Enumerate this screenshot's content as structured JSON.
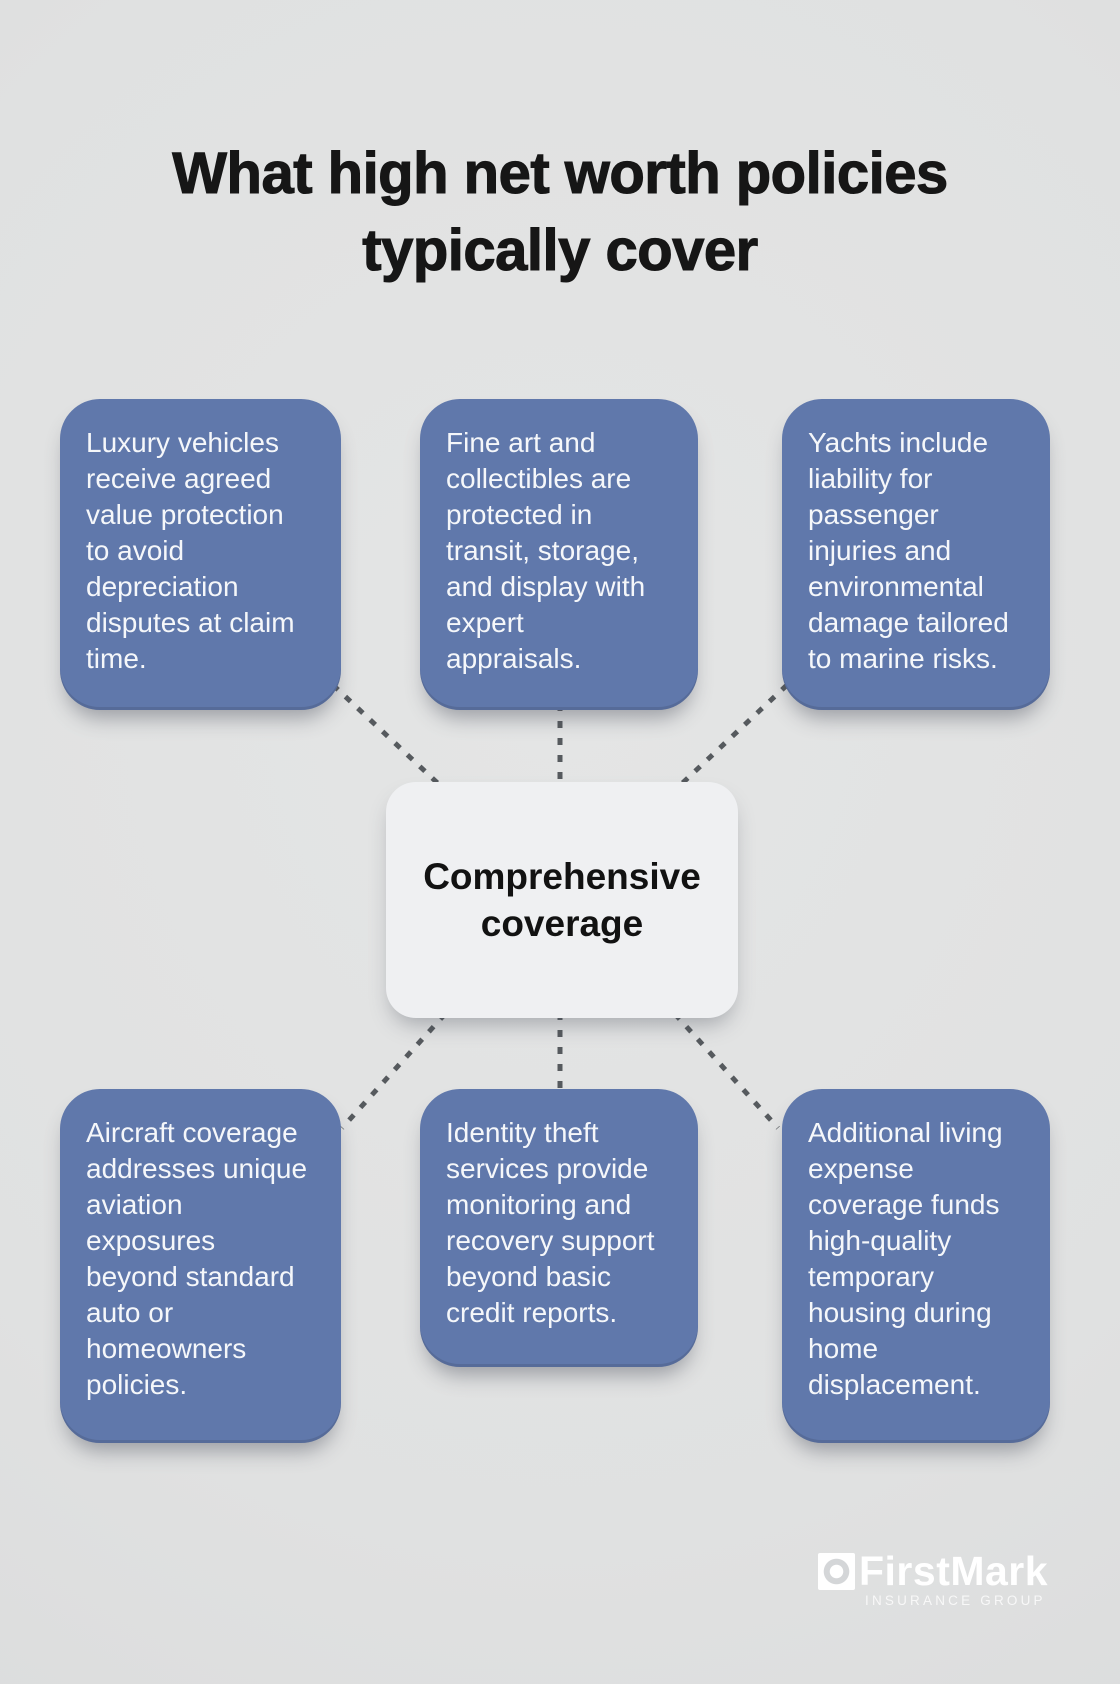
{
  "title": "What high net worth policies\ntypically cover",
  "center_node": {
    "label": "Comprehensive\ncoverage"
  },
  "nodes": [
    {
      "id": "luxury-vehicles",
      "text": "Luxury vehicles\nreceive agreed\nvalue protection\nto avoid\ndepreciation\ndisputes at claim\ntime."
    },
    {
      "id": "fine-art",
      "text": "Fine art and\ncollectibles are\nprotected in\ntransit, storage,\nand display with\nexpert\nappraisals."
    },
    {
      "id": "yachts",
      "text": "Yachts include\nliability for\npassenger\ninjuries and\nenvironmental\ndamage tailored\nto marine risks."
    },
    {
      "id": "aircraft",
      "text": "Aircraft coverage\naddresses unique\naviation\nexposures\nbeyond standard\nauto or\nhomeowners\npolicies."
    },
    {
      "id": "identity-theft",
      "text": "Identity theft\nservices provide\nmonitoring and\nrecovery support\nbeyond basic\ncredit reports."
    },
    {
      "id": "additional-living-expense",
      "text": "Additional living\nexpense\ncoverage funds\nhigh-quality\ntemporary\nhousing during\nhome\ndisplacement."
    }
  ],
  "logo": {
    "brand": "FirstMark",
    "tagline": "INSURANCE GROUP"
  },
  "colors": {
    "background": "#e0e1e1",
    "node-bg": "#6078ab",
    "node-text": "#f5f7fa",
    "center-bg": "#eff0f2",
    "center-text": "#121212",
    "connector": "#565a5e",
    "title-color": "#161616",
    "logo-color": "#ffffff"
  }
}
